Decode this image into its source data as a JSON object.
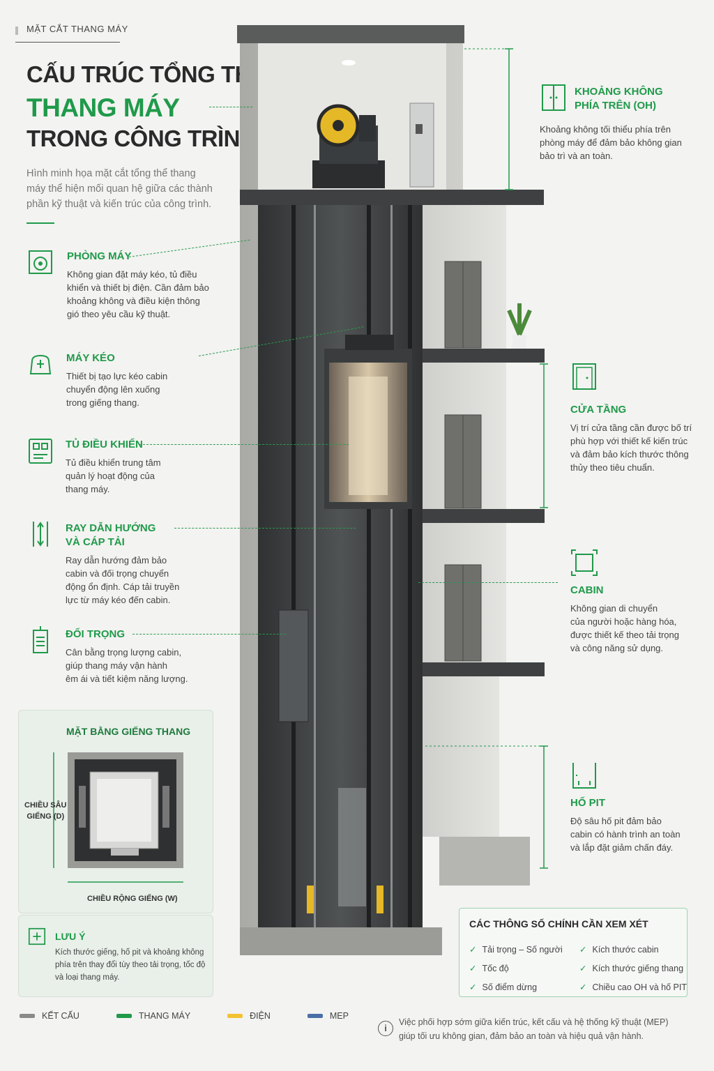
{
  "header": {
    "eyebrow": "MẶT CẮT THANG MÁY",
    "title_line1": "CẤU TRÚC TỔNG THỂ",
    "title_line2": "THANG MÁY",
    "title_line3": "TRONG CÔNG TRÌNH",
    "intro": "Hình minh họa mặt cắt tổng thể thang máy thể hiện mối quan hệ giữa các thành phần kỹ thuật và kiến trúc của công trình."
  },
  "left_items": [
    {
      "icon": "machine-room-icon",
      "title": "PHÒNG MÁY",
      "desc": "Không gian đặt máy kéo, tủ điều\nkhiển và thiết bị điện. Cần đảm bảo\nkhoảng không và điều kiện thông\ngió theo yêu cầu kỹ thuật."
    },
    {
      "icon": "traction-machine-icon",
      "title": "MÁY KÉO",
      "desc": "Thiết bị tạo lực kéo cabin\nchuyển động lên xuống\ntrong giếng thang."
    },
    {
      "icon": "control-panel-icon",
      "title": "TỦ ĐIỀU KHIỂN",
      "desc": "Tủ điều khiển trung tâm\nquản lý hoạt động của\nthang máy."
    },
    {
      "icon": "guide-rail-icon",
      "title": "RAY DẪN HƯỚNG\nVÀ CÁP TẢI",
      "desc": "Ray dẫn hướng đảm bảo\ncabin và đối trọng chuyển\nđộng ổn định. Cáp tải truyền\nlực từ máy kéo đến cabin."
    },
    {
      "icon": "counterweight-icon",
      "title": "ĐỐI TRỌNG",
      "desc": "Cân bằng trọng lượng cabin,\ngiúp thang máy vận hành\nêm ái và tiết kiệm năng lượng."
    }
  ],
  "right_items": [
    {
      "icon": "overhead-door-icon",
      "title": "KHOẢNG KHÔNG\nPHÍA TRÊN (OH)",
      "desc": "Khoảng không tối thiểu phía trên\nphòng máy để đảm bảo không gian\nbảo trì và an toàn."
    },
    {
      "icon": "landing-door-icon",
      "title": "CỬA TẦNG",
      "desc": "Vị trí cửa tầng cần được bố trí\nphù hợp với thiết kế kiến trúc\nvà đảm bảo kích thước thông\nthủy theo tiêu chuẩn."
    },
    {
      "icon": "cabin-icon",
      "title": "CABIN",
      "desc": "Không gian di chuyển\ncủa người hoặc hàng hóa,\nđược thiết kế theo tải trọng\nvà công năng sử dụng."
    },
    {
      "icon": "pit-icon",
      "title": "HỐ PIT",
      "desc": "Độ sâu hố pit đảm bảo\ncabin có hành trình an toàn\nvà lắp đặt giảm chấn đáy."
    }
  ],
  "plan": {
    "title": "MẶT BẰNG GIẾNG THANG",
    "depth_label": "CHIỀU SÂU\nGIẾNG (D)",
    "width_label": "CHIỀU RỘNG GIẾNG (W)"
  },
  "notice": {
    "title": "LƯU Ý",
    "text": "Kích thước giếng, hố pit và khoảng không\nphía trên thay đổi tùy theo tải trọng, tốc độ\nvà loại thang máy."
  },
  "params": {
    "title": "CÁC THÔNG SỐ CHÍNH CẦN XEM XÉT",
    "col1": [
      "Tải trọng – Số người",
      "Tốc độ",
      "Số điểm dừng"
    ],
    "col2": [
      "Kích thước cabin",
      "Kích thước giếng thang",
      "Chiều cao OH và hố PIT"
    ]
  },
  "legend": [
    {
      "label": "KẾT CẤU",
      "color": "#8a8a8a"
    },
    {
      "label": "THANG MÁY",
      "color": "#1f9a4a"
    },
    {
      "label": "ĐIỆN",
      "color": "#f2c231"
    },
    {
      "label": "MEP",
      "color": "#4a6fa5"
    }
  ],
  "footer_note": "Việc phối hợp sớm giữa kiến trúc, kết cấu và hệ thống kỹ thuật (MEP)\ngiúp tối ưu không gian, đảm bảo an toàn và hiệu quả vận hành.",
  "colors": {
    "accent": "#1f9a4a",
    "concrete": "#b9b9b5",
    "shaft": "#3a3c3d"
  }
}
